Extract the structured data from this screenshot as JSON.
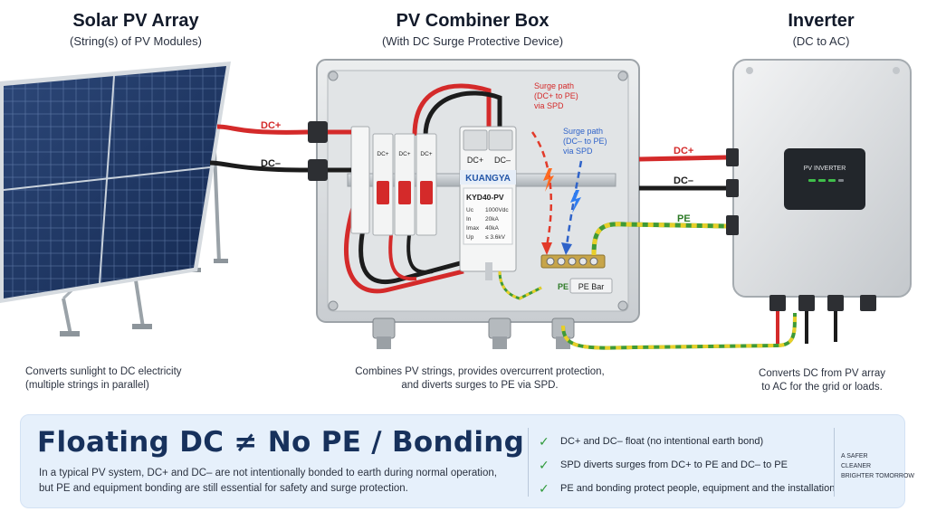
{
  "sections": {
    "array": {
      "title": "Solar PV Array",
      "subtitle": "(String(s) of PV Modules)",
      "desc_lines": [
        "Converts sunlight to DC electricity",
        "(multiple strings in parallel)"
      ]
    },
    "combiner": {
      "title": "PV Combiner Box",
      "subtitle": "(With DC Surge Protective Device)",
      "desc_lines": [
        "Combines PV strings, provides overcurrent protection,",
        "and diverts surges to PE via SPD."
      ]
    },
    "inverter": {
      "title": "Inverter",
      "subtitle": "(DC to AC)",
      "desc_lines": [
        "Converts DC from PV array",
        "to AC for the grid or loads."
      ]
    }
  },
  "wire_labels": {
    "dc_plus_left": "DC+",
    "dc_minus_left": "DC–",
    "dc_plus_right": "DC+",
    "dc_minus_right": "DC–",
    "pe_right": "PE"
  },
  "breaker_labels": [
    "DC+",
    "DC+",
    "DC+"
  ],
  "spd": {
    "term_plus": "DC+",
    "term_minus": "DC–",
    "brand": "KUANGYA",
    "model": "KYD40-PV",
    "specs": [
      {
        "key": "Uc",
        "value": "1000Vdc"
      },
      {
        "key": "In",
        "value": "20kA"
      },
      {
        "key": "Imax",
        "value": "40kA"
      },
      {
        "key": "Up",
        "value": "≤ 3.6kV"
      }
    ]
  },
  "surge_paths": {
    "plus_lines": [
      "Surge path",
      "(DC+ to PE)",
      "via SPD"
    ],
    "minus_lines": [
      "Surge path",
      "(DC– to PE)",
      "via SPD"
    ]
  },
  "pe_bar": {
    "pe": "PE",
    "label": "PE Bar"
  },
  "inverter_display": "PV INVERTER",
  "panel": {
    "title": "Floating DC ≠ No PE / Bonding",
    "body_lines": [
      "In a typical PV system, DC+ and DC– are not intentionally bonded to earth during normal operation,",
      "but PE and equipment bonding are still essential for safety and surge protection."
    ],
    "checks": [
      "DC+ and DC– float (no intentional earth bond)",
      "SPD diverts surges from DC+ to PE and DC– to PE",
      "PE and bonding protect people, equipment and the installation"
    ],
    "tagline": [
      "A SAFER",
      "CLEANER",
      "BRIGHTER TOMORROW"
    ]
  },
  "colors": {
    "dc_plus": "#d42a2a",
    "dc_minus": "#1c1c1c",
    "pe_green": "#3f9a36",
    "pe_yellow": "#e8cf2a",
    "surge_plus": "#e23a2a",
    "surge_minus": "#2f63c9",
    "panel_bg": "#e6f0fb",
    "panel_title": "#17315c",
    "check": "#2f9a3a"
  }
}
